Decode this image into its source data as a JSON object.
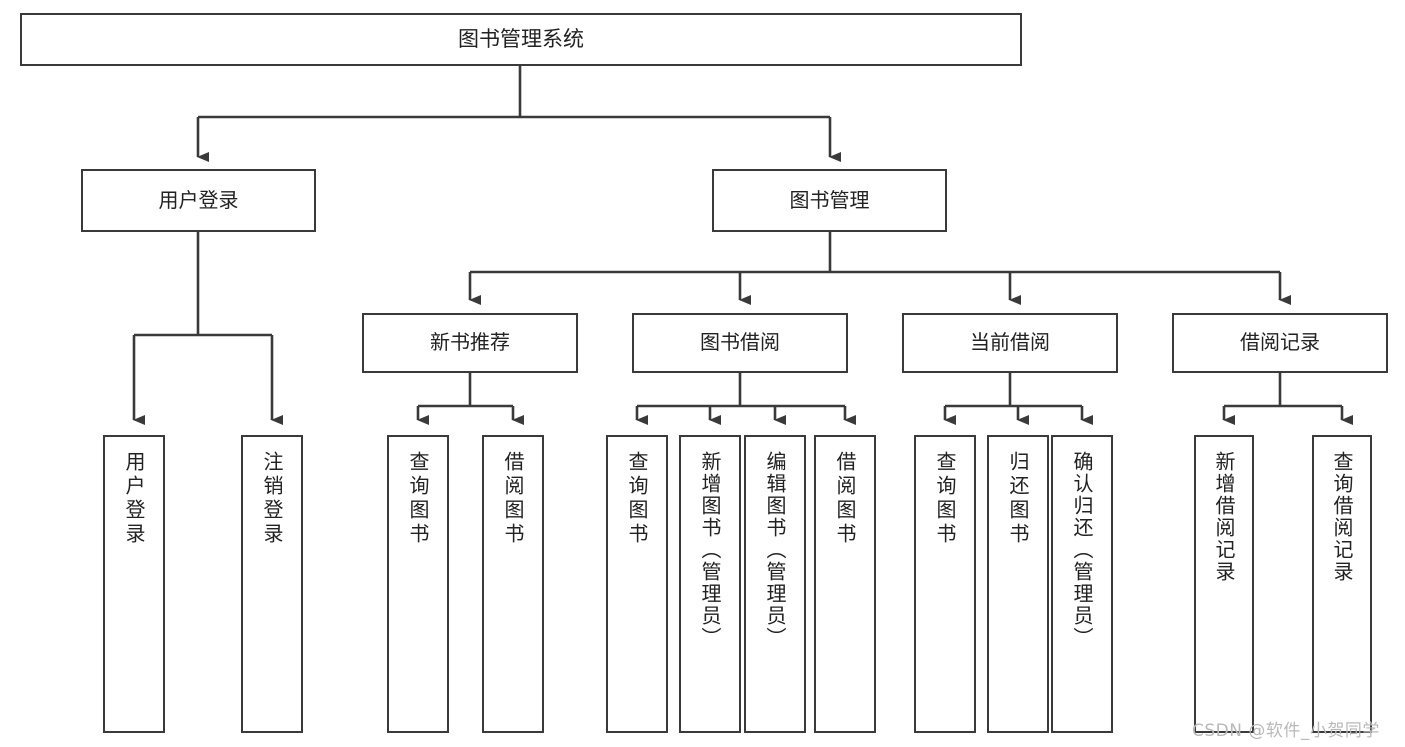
{
  "diagram": {
    "title": "图书管理系统",
    "watermark": "CSDN @软件_小贺同学",
    "line_color": "#3a3a3a",
    "box_fill": "#ffffff",
    "text_color": "#222222",
    "watermark_color": "#b9b9b9",
    "levels": {
      "root": "图书管理系统",
      "level2": [
        "用户登录",
        "图书管理"
      ],
      "level3": [
        "新书推荐",
        "图书借阅",
        "当前借阅",
        "借阅记录"
      ]
    },
    "nodes": {
      "root": {
        "label": "图书管理系统"
      },
      "user_login": {
        "label": "用户登录"
      },
      "book_manage": {
        "label": "图书管理"
      },
      "new_book_rec": {
        "label": "新书推荐"
      },
      "book_borrow": {
        "label": "图书借阅"
      },
      "current_borrow": {
        "label": "当前借阅"
      },
      "borrow_record": {
        "label": "借阅记录"
      },
      "leaf_user_login": {
        "label": "用户登录"
      },
      "leaf_logout": {
        "label": "注销登录"
      },
      "leaf_query_book_1": {
        "label": "查询图书"
      },
      "leaf_borrow_book_1": {
        "label": "借阅图书"
      },
      "leaf_query_book_2": {
        "label": "查询图书"
      },
      "leaf_add_book": {
        "label": "新增图书（管理员）"
      },
      "leaf_edit_book": {
        "label": "编辑图书（管理员）"
      },
      "leaf_borrow_book_2": {
        "label": "借阅图书"
      },
      "leaf_query_book_3": {
        "label": "查询图书"
      },
      "leaf_return_book": {
        "label": "归还图书"
      },
      "leaf_confirm_return": {
        "label": "确认归还（管理员）"
      },
      "leaf_add_record": {
        "label": "新增借阅记录"
      },
      "leaf_query_record": {
        "label": "查询借阅记录"
      }
    }
  }
}
